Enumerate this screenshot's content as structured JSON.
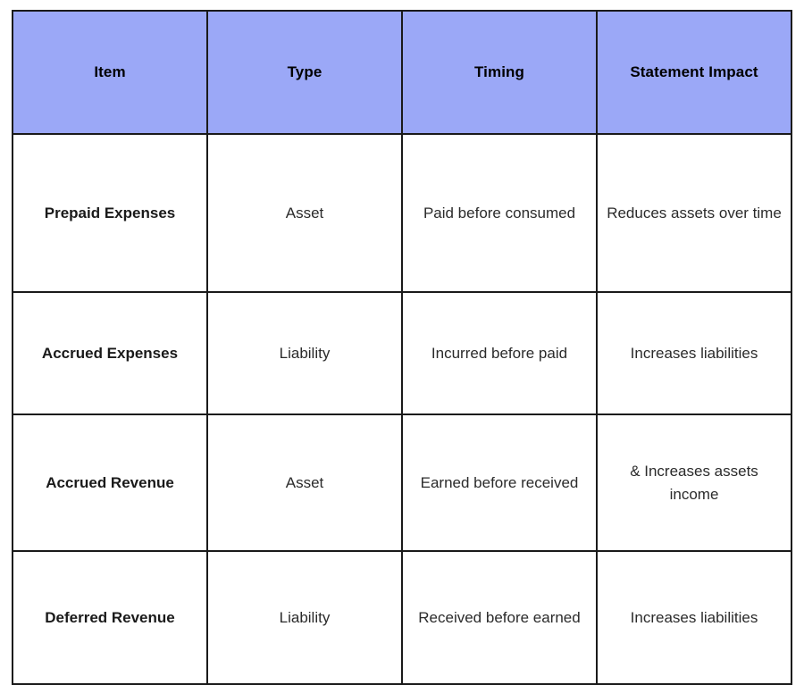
{
  "table": {
    "columns": [
      "Item",
      "Type",
      "Timing",
      "Statement Impact"
    ],
    "rows": [
      {
        "item": "Prepaid Expenses",
        "type": "Asset",
        "timing": "Paid before consumed",
        "impact": "Reduces assets over time"
      },
      {
        "item": "Accrued Expenses",
        "type": "Liability",
        "timing": "Incurred before paid",
        "impact": "Increases liabilities"
      },
      {
        "item": "Accrued Revenue",
        "type": "Asset",
        "timing": "Earned before received",
        "impact": "& Increases assets income"
      },
      {
        "item": "Deferred Revenue",
        "type": "Liability",
        "timing": "Received before earned",
        "impact": "Increases liabilities"
      }
    ],
    "colors": {
      "header_fill": "#9BA8F7",
      "header_text": "#000000",
      "border": "#1a1a1a",
      "body_text": "#2b2b2b",
      "item_text": "#1a1a1a",
      "background": "#ffffff"
    }
  }
}
